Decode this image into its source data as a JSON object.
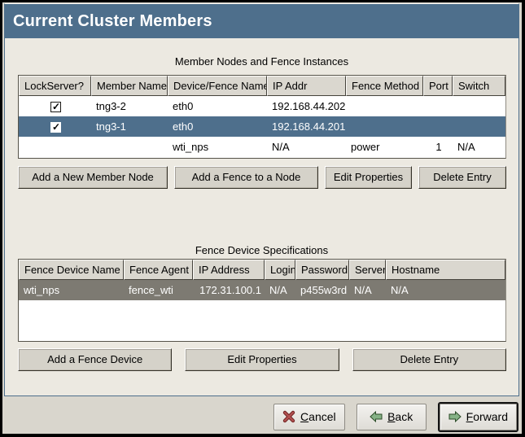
{
  "window": {
    "title": "Current Cluster Members"
  },
  "members_table": {
    "caption": "Member Nodes and Fence Instances",
    "columns": [
      "LockServer?",
      "Member Name",
      "Device/Fence Name",
      "IP Addr",
      "Fence Method",
      "Port",
      "Switch"
    ],
    "rows": [
      {
        "selected": false,
        "lockserver": true,
        "cells": [
          "tng3-2",
          "eth0",
          "192.168.44.202",
          "",
          "",
          ""
        ]
      },
      {
        "selected": true,
        "lockserver": true,
        "cells": [
          "tng3-1",
          "eth0",
          "192.168.44.201",
          "",
          "",
          ""
        ]
      },
      {
        "selected": false,
        "lockserver": null,
        "cells": [
          "",
          "wti_nps",
          "N/A",
          "power",
          "1",
          "N/A"
        ]
      }
    ],
    "buttons": [
      "Add a New Member Node",
      "Add a Fence to a Node",
      "Edit Properties",
      "Delete Entry"
    ]
  },
  "fence_table": {
    "caption": "Fence Device Specifications",
    "columns": [
      "Fence Device Name",
      "Fence Agent",
      "IP Address",
      "Login",
      "Password",
      "Server",
      "Hostname"
    ],
    "rows": [
      {
        "selected": true,
        "cells": [
          "wti_nps",
          "fence_wti",
          "172.31.100.1",
          "N/A",
          "p455w3rd",
          "N/A",
          "N/A"
        ]
      }
    ],
    "buttons": [
      "Add a Fence Device",
      "Edit Properties",
      "Delete Entry"
    ]
  },
  "footer": {
    "cancel_label": "Cancel",
    "back_label": "Back",
    "forward_label": "Forward",
    "cancel_icon": "red-x-icon",
    "back_icon": "green-arrow-left-icon",
    "forward_icon": "green-arrow-right-icon"
  },
  "colors": {
    "titlebar_and_selection_blue": "#4e6f8c",
    "fence_selection_gray": "#7d7a72",
    "content_bg": "#ece9e1",
    "chrome_bg": "#d9d6cd",
    "cancel_x_red": "#a03232",
    "arrow_green": "#86b286"
  }
}
